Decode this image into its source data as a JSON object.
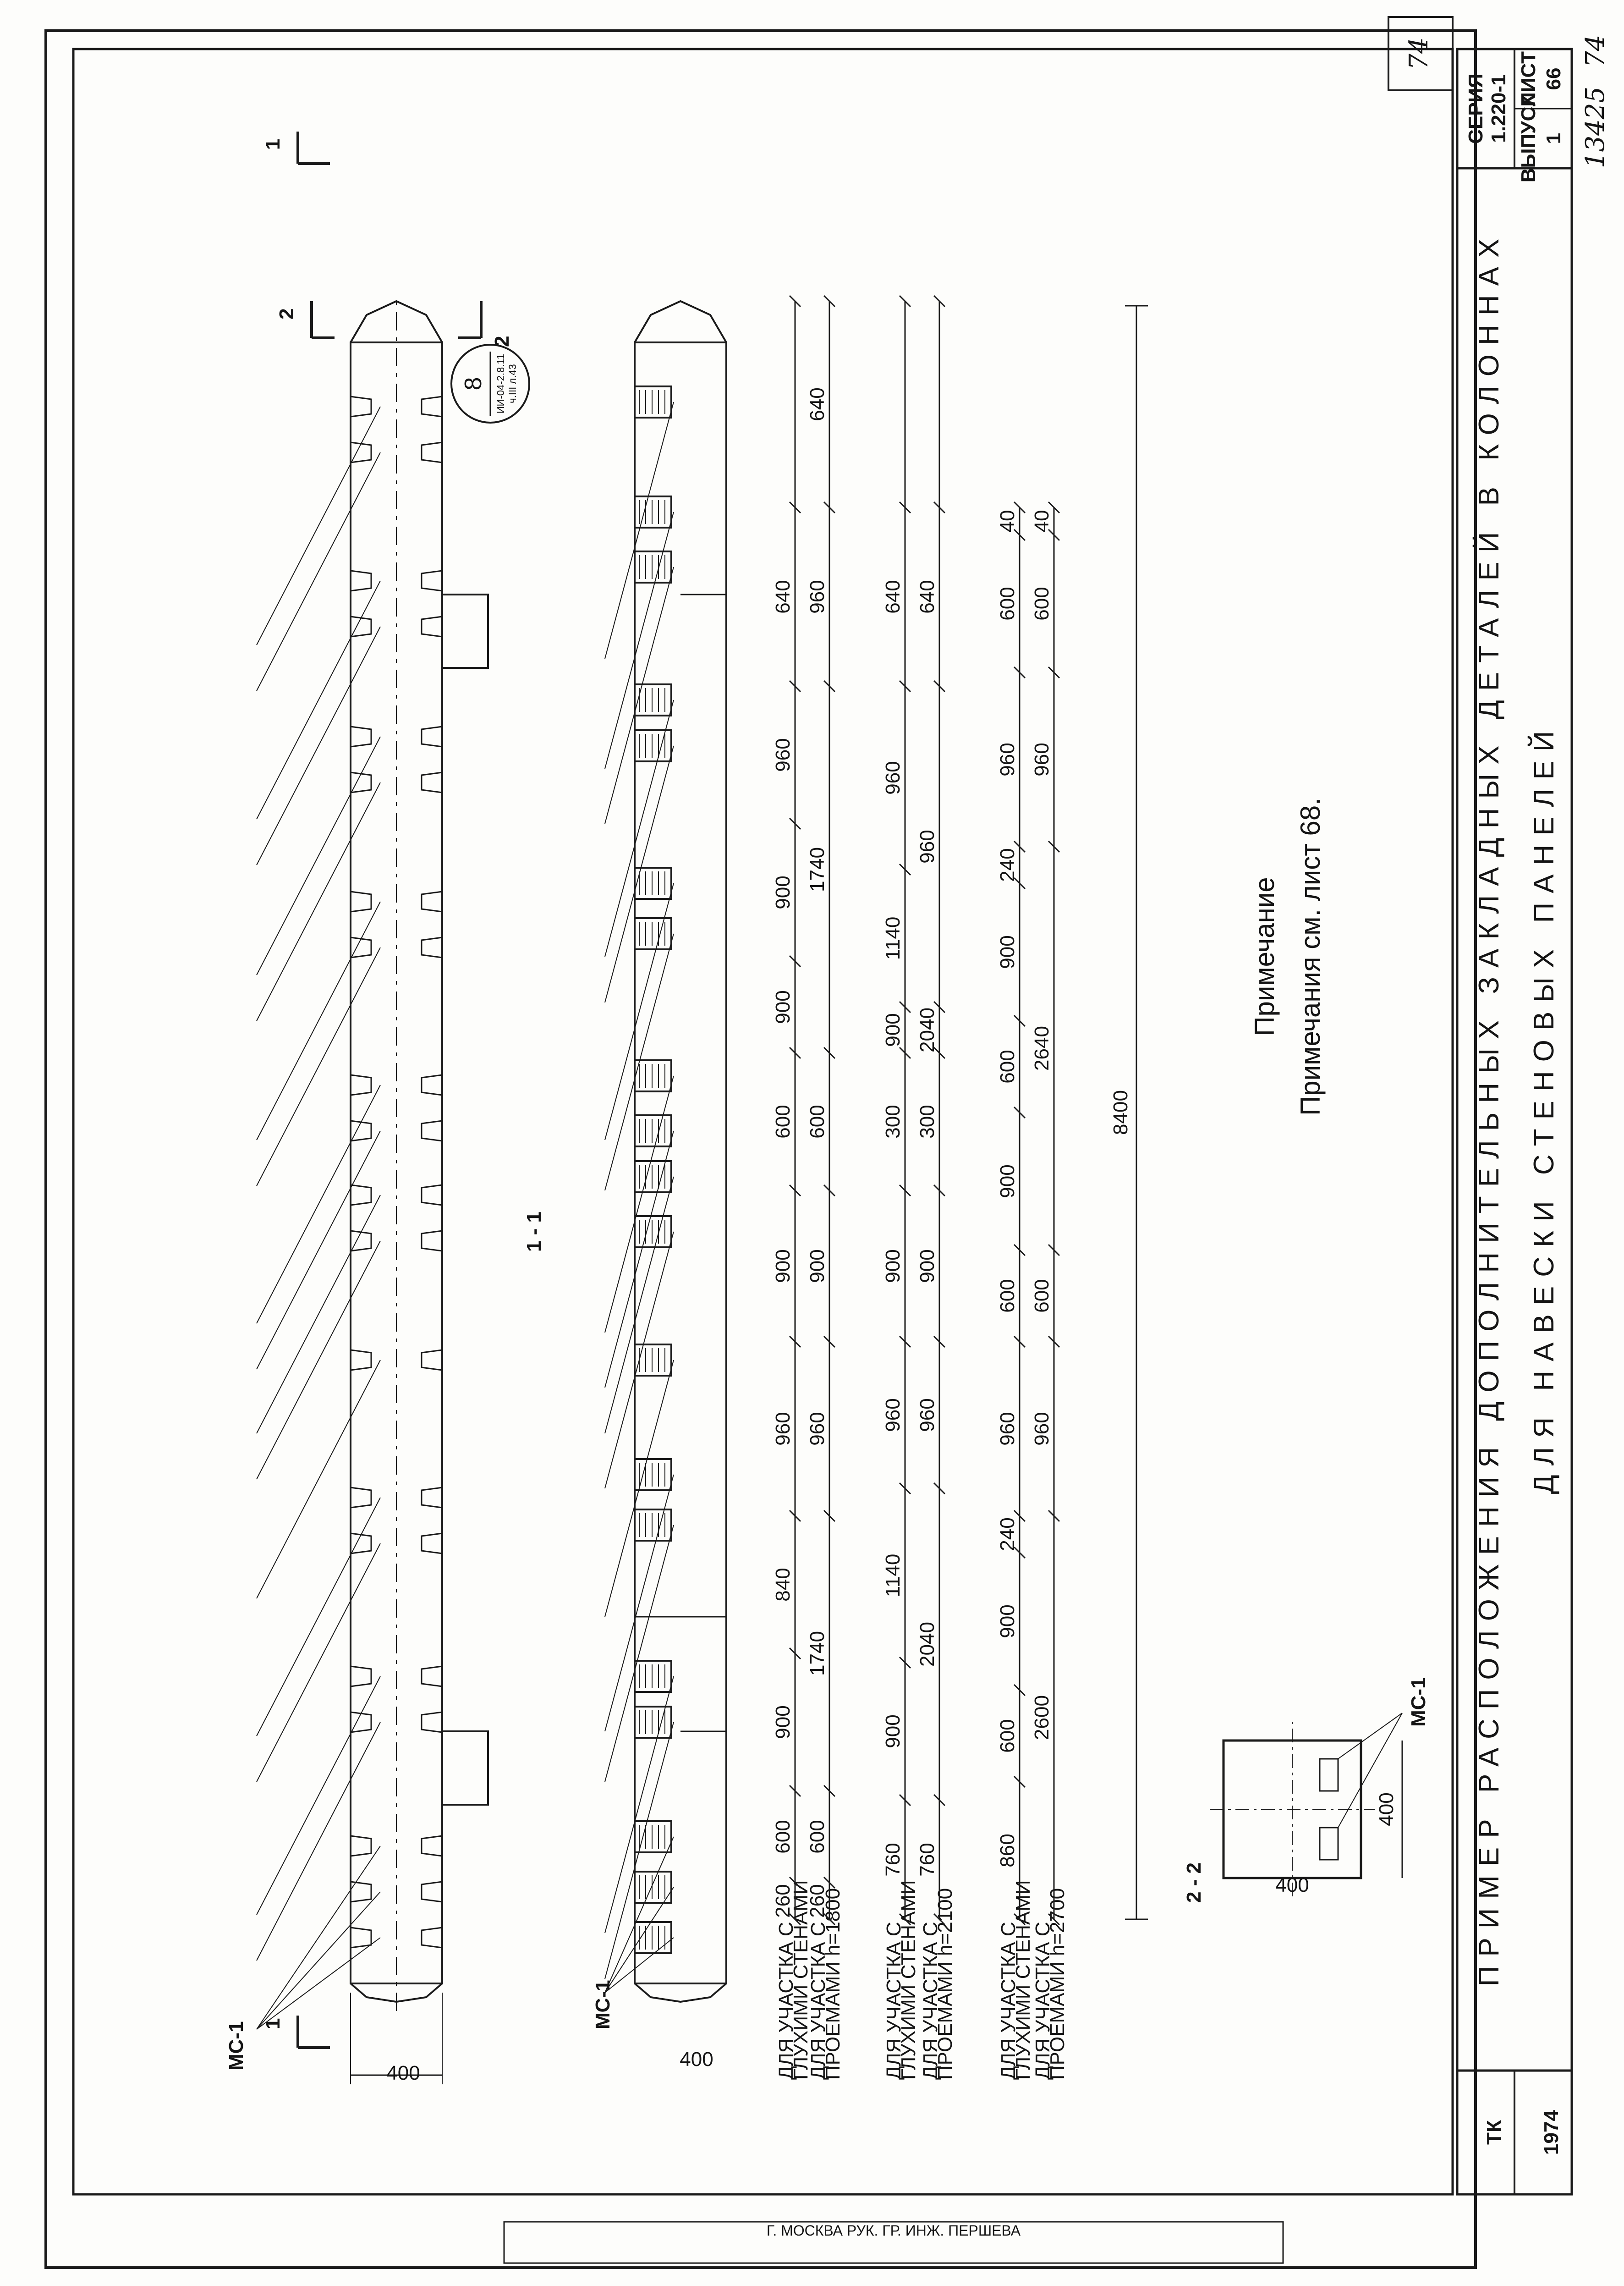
{
  "sheet_number": "74",
  "section_labels": {
    "s1": "1",
    "s2": "2",
    "main": "1 - 1",
    "small": "2 - 2"
  },
  "part_label": "МС-1",
  "callout": {
    "num": "8",
    "ref1": "ИИ-04-2.8.11",
    "ref2": "ч.III л.43"
  },
  "width_dim": "400",
  "small_dims": {
    "w": "400",
    "h": "400"
  },
  "rows": {
    "r1": [
      "ДЛЯ УЧАСТКА С",
      "ГЛУХИМИ СТЕНАМИ"
    ],
    "r2": [
      "ДЛЯ УЧАСТКА С",
      "ПРОЕМАМИ h=1800"
    ],
    "r3": [
      "ДЛЯ УЧАСТКА С",
      "ГЛУХИМИ СТЕНАМИ"
    ],
    "r4": [
      "ДЛЯ УЧАСТКА С",
      "ПРОЕМАМИ h=2100"
    ],
    "r5": [
      "ДЛЯ УЧАСТКА С",
      "ГЛУХИМИ СТЕНАМИ"
    ],
    "r6": [
      "ДЛЯ УЧАСТКА С",
      "ПРОЕМАМИ h=2700"
    ]
  },
  "dims": {
    "r1": [
      "260",
      "600",
      "900",
      "840",
      "960",
      "900",
      "600",
      "900",
      "900",
      "960",
      "640"
    ],
    "r2": [
      "260",
      "600",
      "1740",
      "960",
      "900",
      "600",
      "1740",
      "960",
      "640"
    ],
    "r3": [
      "760",
      "900",
      "1140",
      "960",
      "900",
      "300",
      "900",
      "1140",
      "960",
      "640"
    ],
    "r4": [
      "760",
      "2040",
      "960",
      "900",
      "300",
      "2040",
      "960",
      "640"
    ],
    "r5": [
      "860",
      "600",
      "900",
      "240",
      "960",
      "600",
      "900",
      "600",
      "900",
      "240",
      "960",
      "600",
      "40"
    ],
    "r6": [
      "2600",
      "960",
      "600",
      "2640",
      "960",
      "600",
      "40"
    ],
    "total": "8400"
  },
  "note": {
    "title": "Примечание",
    "text": "Примечания см. лист 68."
  },
  "title_block": {
    "left_code": "ТК",
    "year": "1974",
    "title_line1": "ПРИМЕР РАСПОЛОЖЕНИЯ ДОПОЛНИТЕЛЬНЫХ ЗАКЛАДНЫХ ДЕТАЛЕЙ В КОЛОННАХ",
    "title_line2": "ДЛЯ НАВЕСКИ СТЕНОВЫХ ПАНЕЛЕЙ",
    "series_label": "СЕРИЯ",
    "series": "1.220-1",
    "issue_label": "ВЫПУСК",
    "issue": "1",
    "sheet_label": "ЛИСТ",
    "sheet": "66"
  },
  "stamp": "Г. МОСКВА РУК. ГР. ИНЖ. ПЕРШЕВА",
  "handwritten": {
    "inv": "13425",
    "sheet": "74"
  }
}
